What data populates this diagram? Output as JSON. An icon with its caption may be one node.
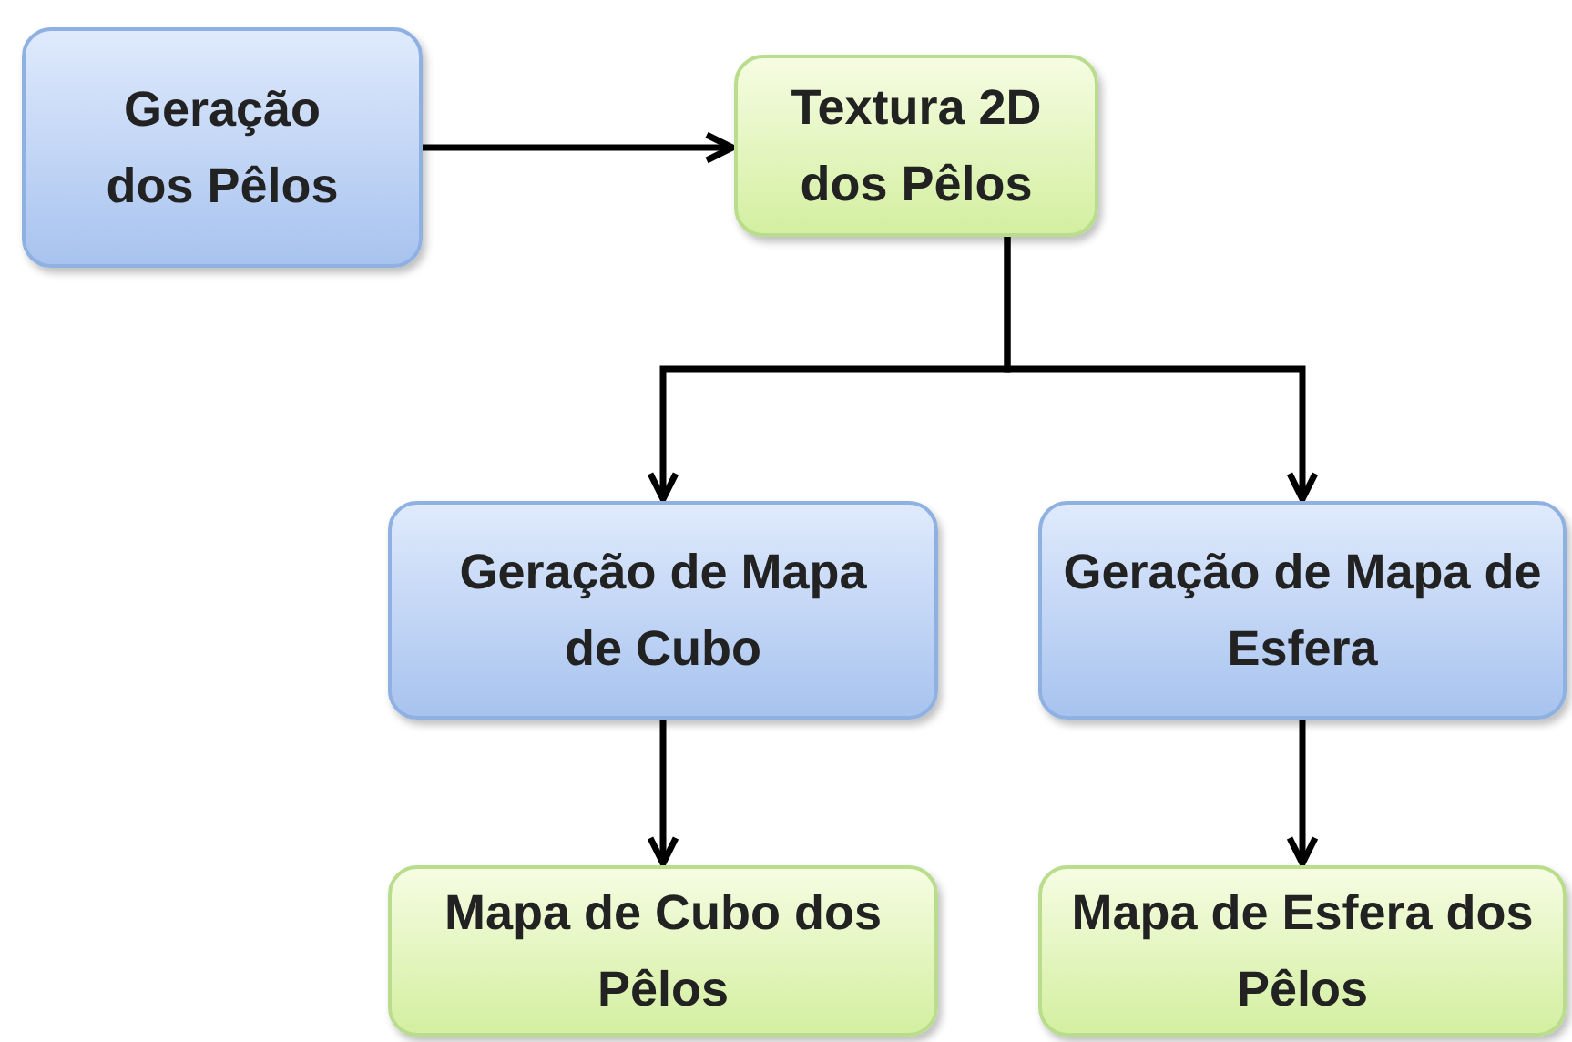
{
  "diagram": {
    "nodes": [
      {
        "text": [
          "Geração dos Pêlos"
        ]
      },
      {
        "text": [
          "Textura 2D dos Pêlos"
        ]
      },
      {
        "text": [
          "Geração de Mapa de Cubo"
        ]
      },
      {
        "text": [
          "Geração de Mapa de Esfera"
        ]
      },
      {
        "text": [
          "Mapa de Cubo dos Pêlos"
        ]
      },
      {
        "text": [
          "Mapa de Esfera dos Pêlos"
        ]
      }
    ],
    "edges": [
      {
        "from": 0,
        "to": 1,
        "arrow": "to"
      },
      {
        "from": 1,
        "to": 2,
        "arrow": "to"
      },
      {
        "from": 1,
        "to": 3,
        "arrow": "to"
      },
      {
        "from": 2,
        "to": 4,
        "arrow": "to"
      },
      {
        "from": 3,
        "to": 5,
        "arrow": "to"
      }
    ]
  }
}
